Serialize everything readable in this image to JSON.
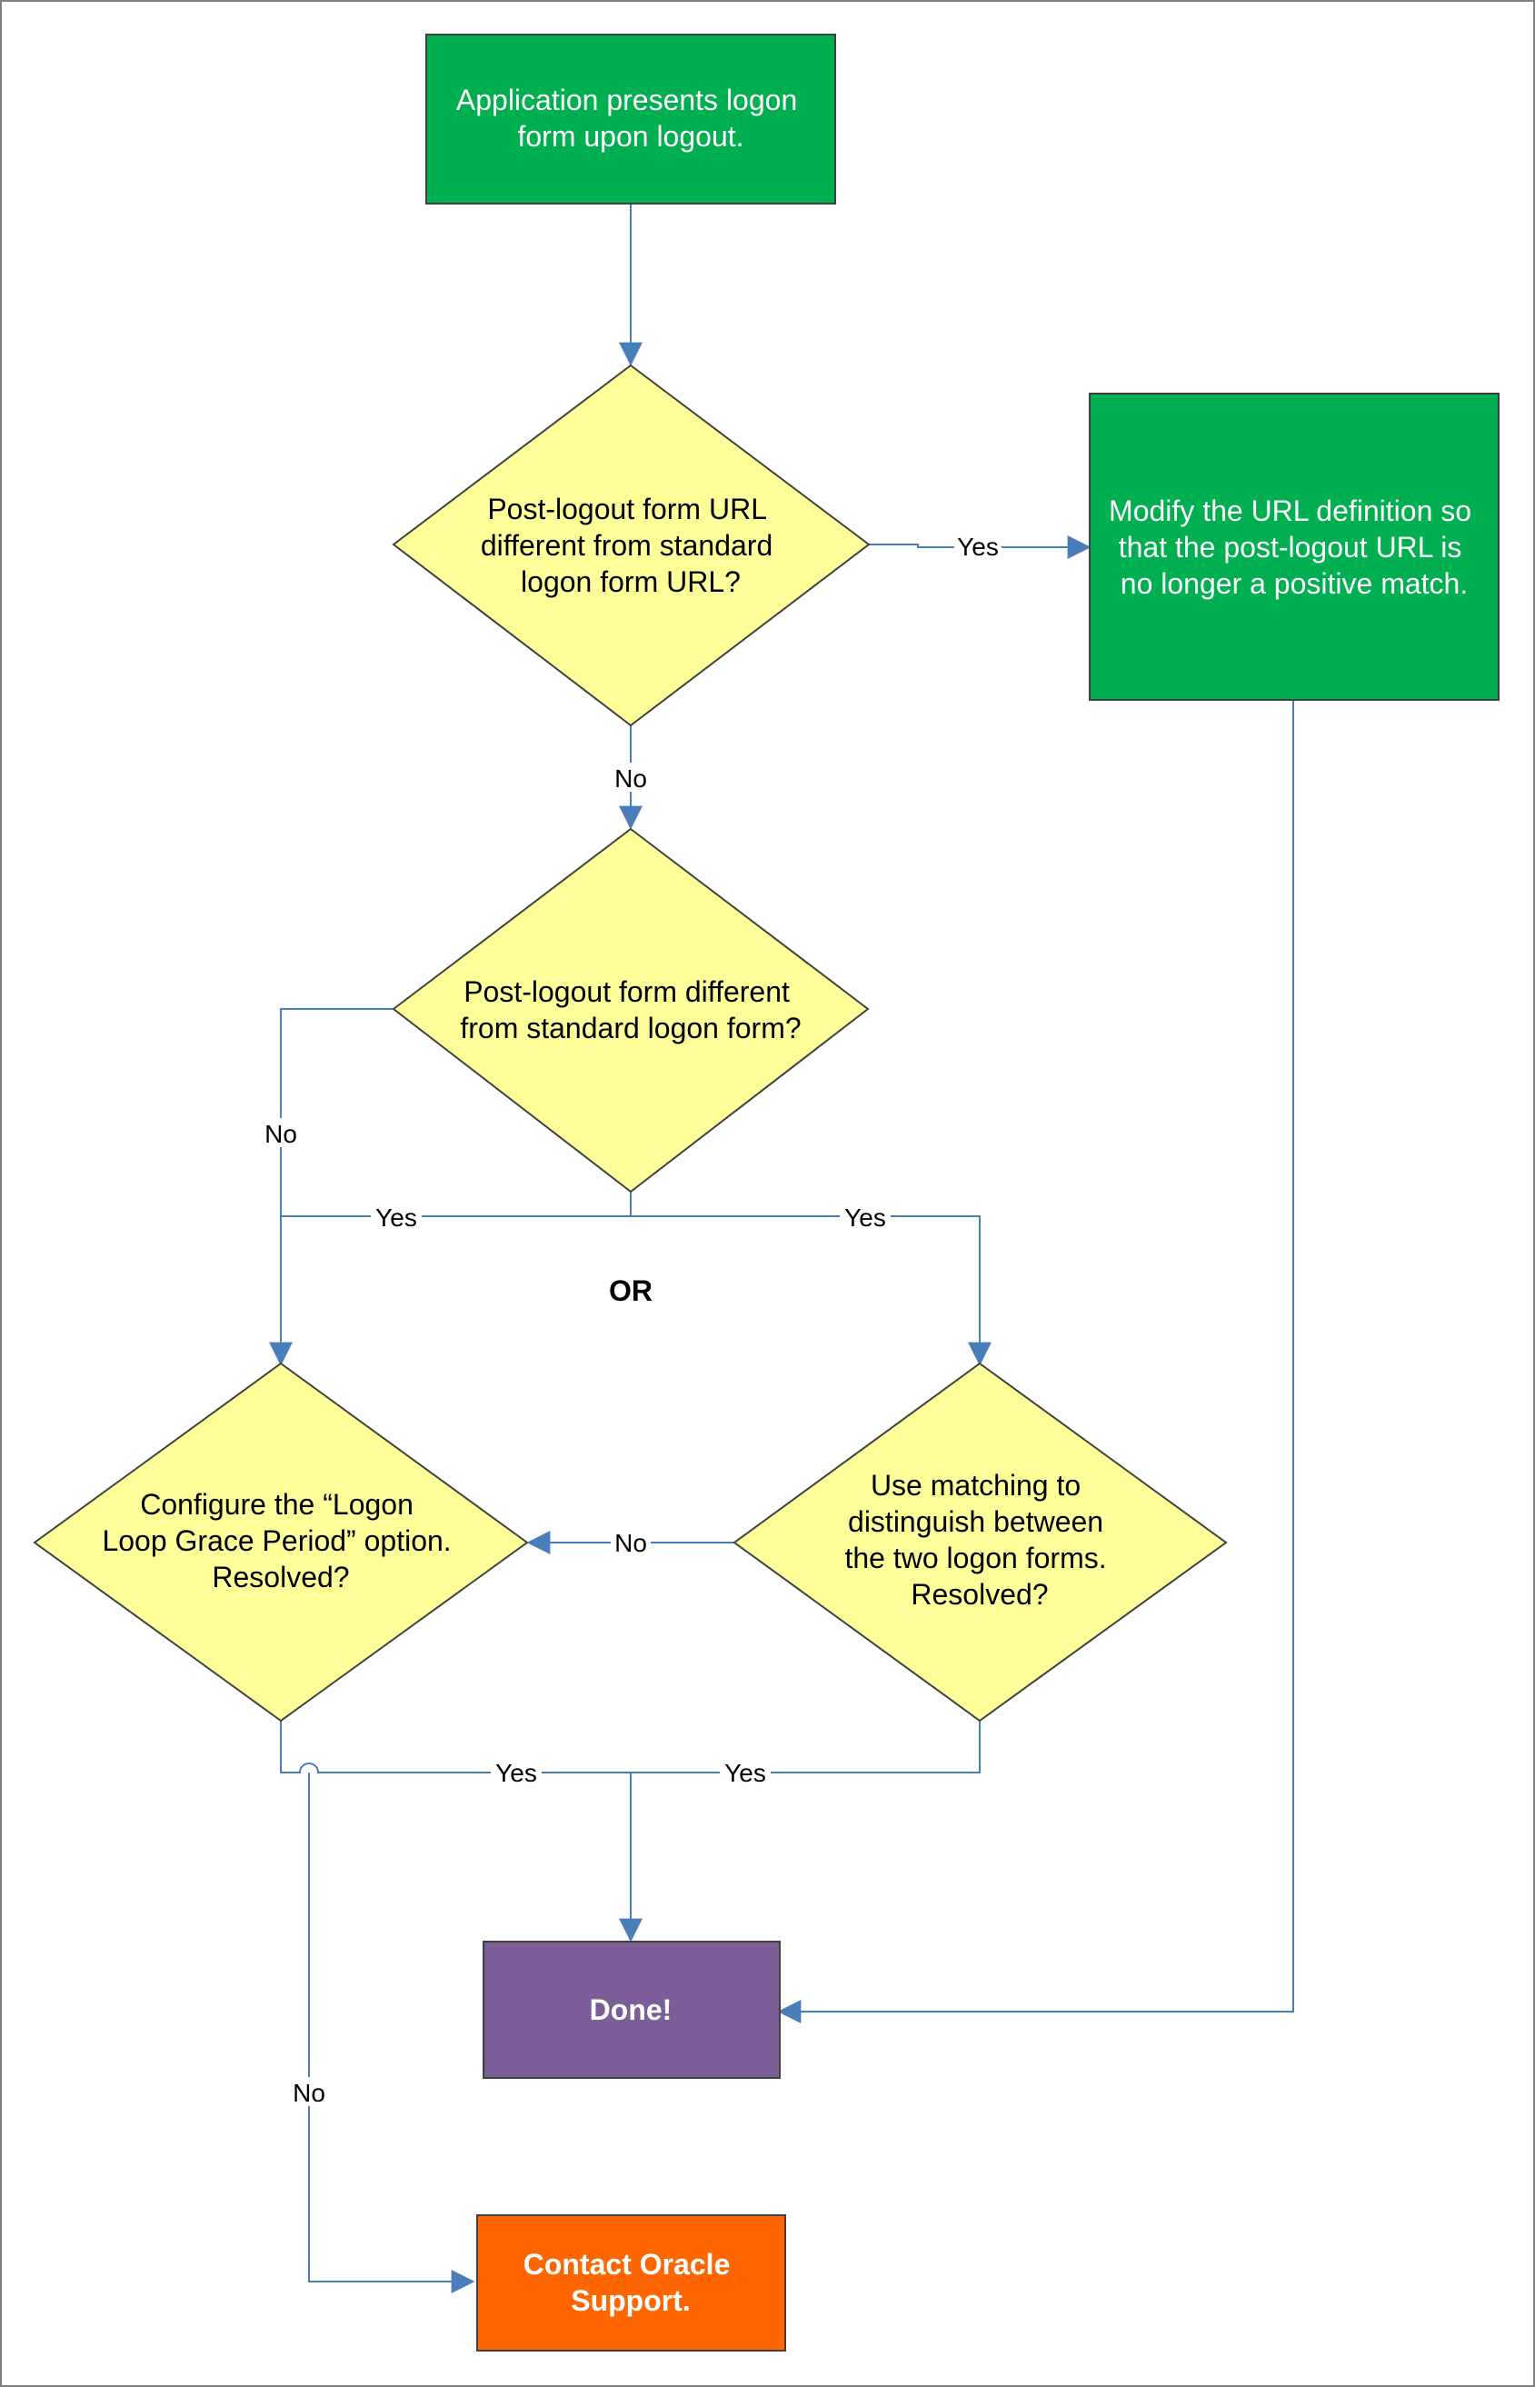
{
  "colors": {
    "green": "#00B050",
    "yellow": "#FFFF99",
    "purple": "#7B5E97",
    "orange": "#FF6600",
    "connector": "#4A7EBB"
  },
  "nodes": {
    "start": {
      "lines": [
        "Application presents logon",
        "form upon logout."
      ]
    },
    "decision_url": {
      "lines": [
        "Post-logout form URL",
        "different from standard",
        "logon form URL?"
      ]
    },
    "modify_url": {
      "lines": [
        "Modify the URL definition so",
        "that the post-logout URL is",
        "no longer a positive match."
      ]
    },
    "decision_form": {
      "lines": [
        "Post-logout form different",
        "from standard logon form?"
      ]
    },
    "configure_grace": {
      "lines": [
        "Configure the “Logon",
        "Loop Grace Period” option.",
        "Resolved?"
      ]
    },
    "use_matching": {
      "lines": [
        "Use matching to",
        "distinguish between",
        "the two logon forms.",
        "Resolved?"
      ]
    },
    "done": {
      "lines": [
        "Done!"
      ]
    },
    "contact_support": {
      "lines": [
        "Contact Oracle",
        "Support."
      ]
    }
  },
  "labels": {
    "yes_url": "Yes",
    "no_url": "No",
    "no_form": "No",
    "yes_left": "Yes",
    "yes_right": "Yes",
    "or": "OR",
    "no_matching": "No",
    "yes_grace": "Yes",
    "yes_matching": "Yes",
    "no_grace": "No"
  }
}
